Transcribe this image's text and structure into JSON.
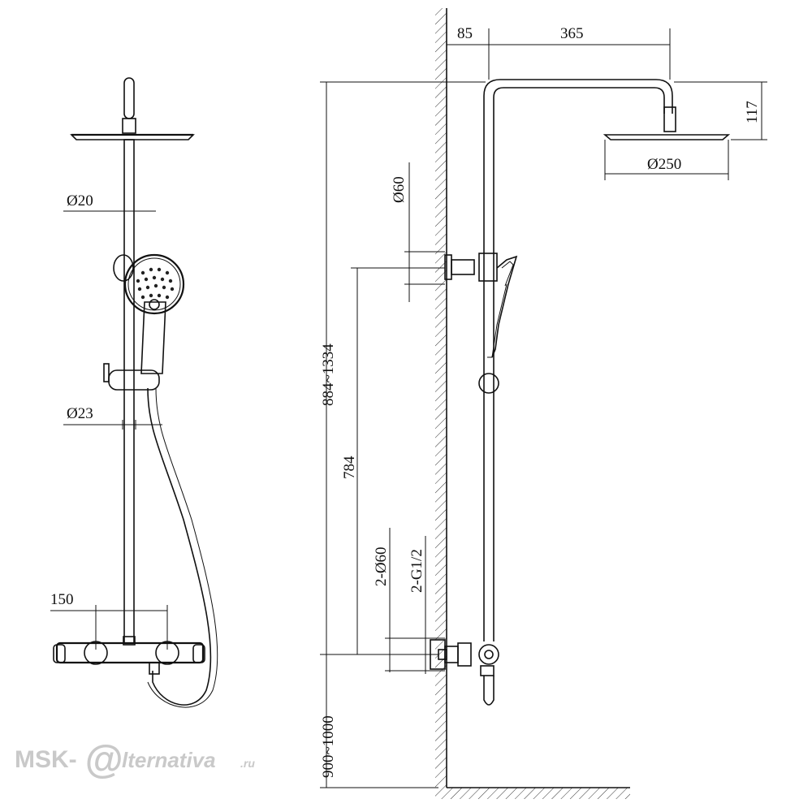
{
  "dimensions": {
    "rod_diameter": "Ø20",
    "slider_diameter": "Ø23",
    "mixer_spacing": "150",
    "arm_offset": "85",
    "arm_length": "365",
    "head_height": "117",
    "head_diameter": "Ø250",
    "flange_diameter": "Ø60",
    "height_range": "884~1334",
    "bracket_height": "784",
    "inlet_flange": "2-Ø60",
    "inlet_thread": "2-G1/2",
    "floor_height": "900~1000"
  },
  "watermark": {
    "prefix": "MSK-",
    "symbol": "@",
    "suffix": "lternativa",
    "tld": ".ru"
  }
}
